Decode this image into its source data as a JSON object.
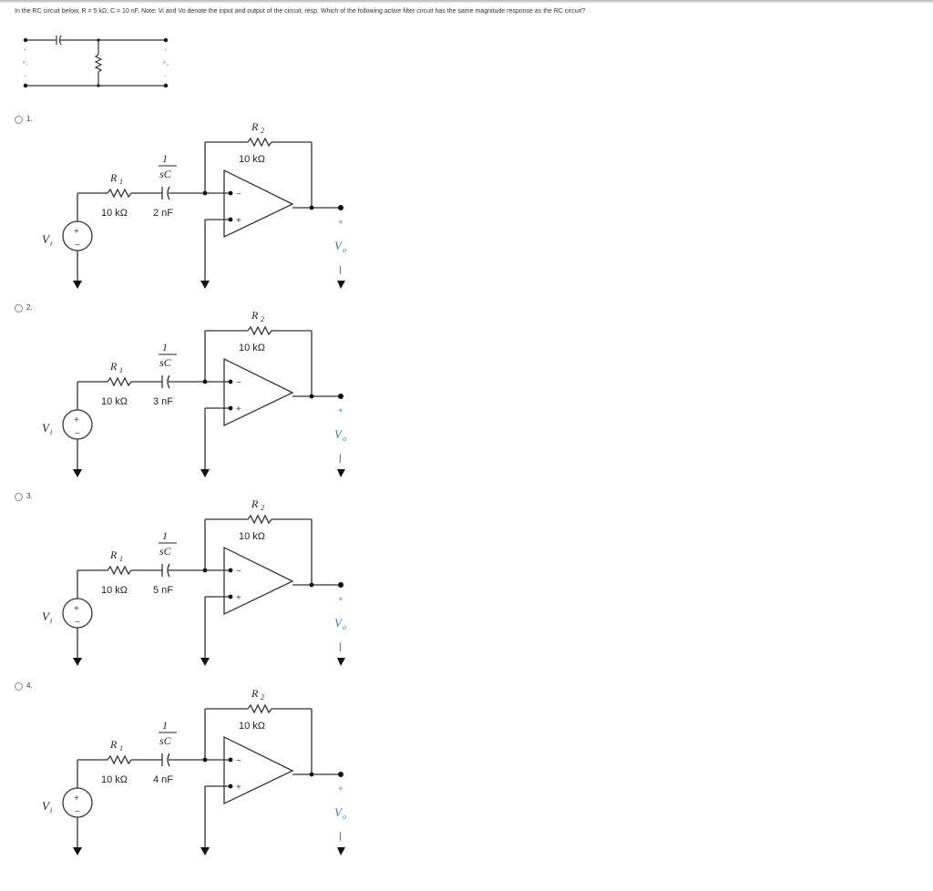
{
  "question": "In the RC circuit below, R = 5 kΩ, C = 10 nF. Note: Vi and Vo denote the input and output of the circuit, resp. Which of the following active filter circuit has the same magnitude response as the RC circuit?",
  "rc_circuit": {
    "vin_label": "v",
    "vin_sub": "i",
    "vout_label": "v",
    "vout_sub": "o",
    "plus": "+",
    "minus": "−"
  },
  "options": [
    {
      "label": "1.",
      "r1_symbol": "R",
      "r1_sub": "1",
      "r1_value": "10 kΩ",
      "cap_num": "1",
      "cap_den": "sC",
      "cap_value": "2 nF",
      "r2_symbol": "R",
      "r2_sub": "2",
      "r2_value": "10 kΩ",
      "vi_label": "V",
      "vi_sub": "i",
      "vo_label": "V",
      "vo_sub": "o",
      "plus": "+",
      "minus": "−",
      "out_minus": "|"
    },
    {
      "label": "2.",
      "r1_symbol": "R",
      "r1_sub": "1",
      "r1_value": "10 kΩ",
      "cap_num": "1",
      "cap_den": "sC",
      "cap_value": "3 nF",
      "r2_symbol": "R",
      "r2_sub": "2",
      "r2_value": "10 kΩ",
      "vi_label": "V",
      "vi_sub": "i",
      "vo_label": "V",
      "vo_sub": "o",
      "plus": "+",
      "minus": "−",
      "out_minus": "|"
    },
    {
      "label": "3.",
      "r1_symbol": "R",
      "r1_sub": "1",
      "r1_value": "10 kΩ",
      "cap_num": "1",
      "cap_den": "sC",
      "cap_value": "5 nF",
      "r2_symbol": "R",
      "r2_sub": "2",
      "r2_value": "10 kΩ",
      "vi_label": "V",
      "vi_sub": "i",
      "vo_label": "V",
      "vo_sub": "o",
      "plus": "+",
      "minus": "−",
      "out_minus": "|"
    },
    {
      "label": "4.",
      "r1_symbol": "R",
      "r1_sub": "1",
      "r1_value": "10 kΩ",
      "cap_num": "1",
      "cap_den": "sC",
      "cap_value": "4 nF",
      "r2_symbol": "R",
      "r2_sub": "2",
      "r2_value": "10 kΩ",
      "vi_label": "V",
      "vi_sub": "i",
      "vo_label": "V",
      "vo_sub": "o",
      "plus": "+",
      "minus": "−",
      "out_minus": "|"
    }
  ]
}
